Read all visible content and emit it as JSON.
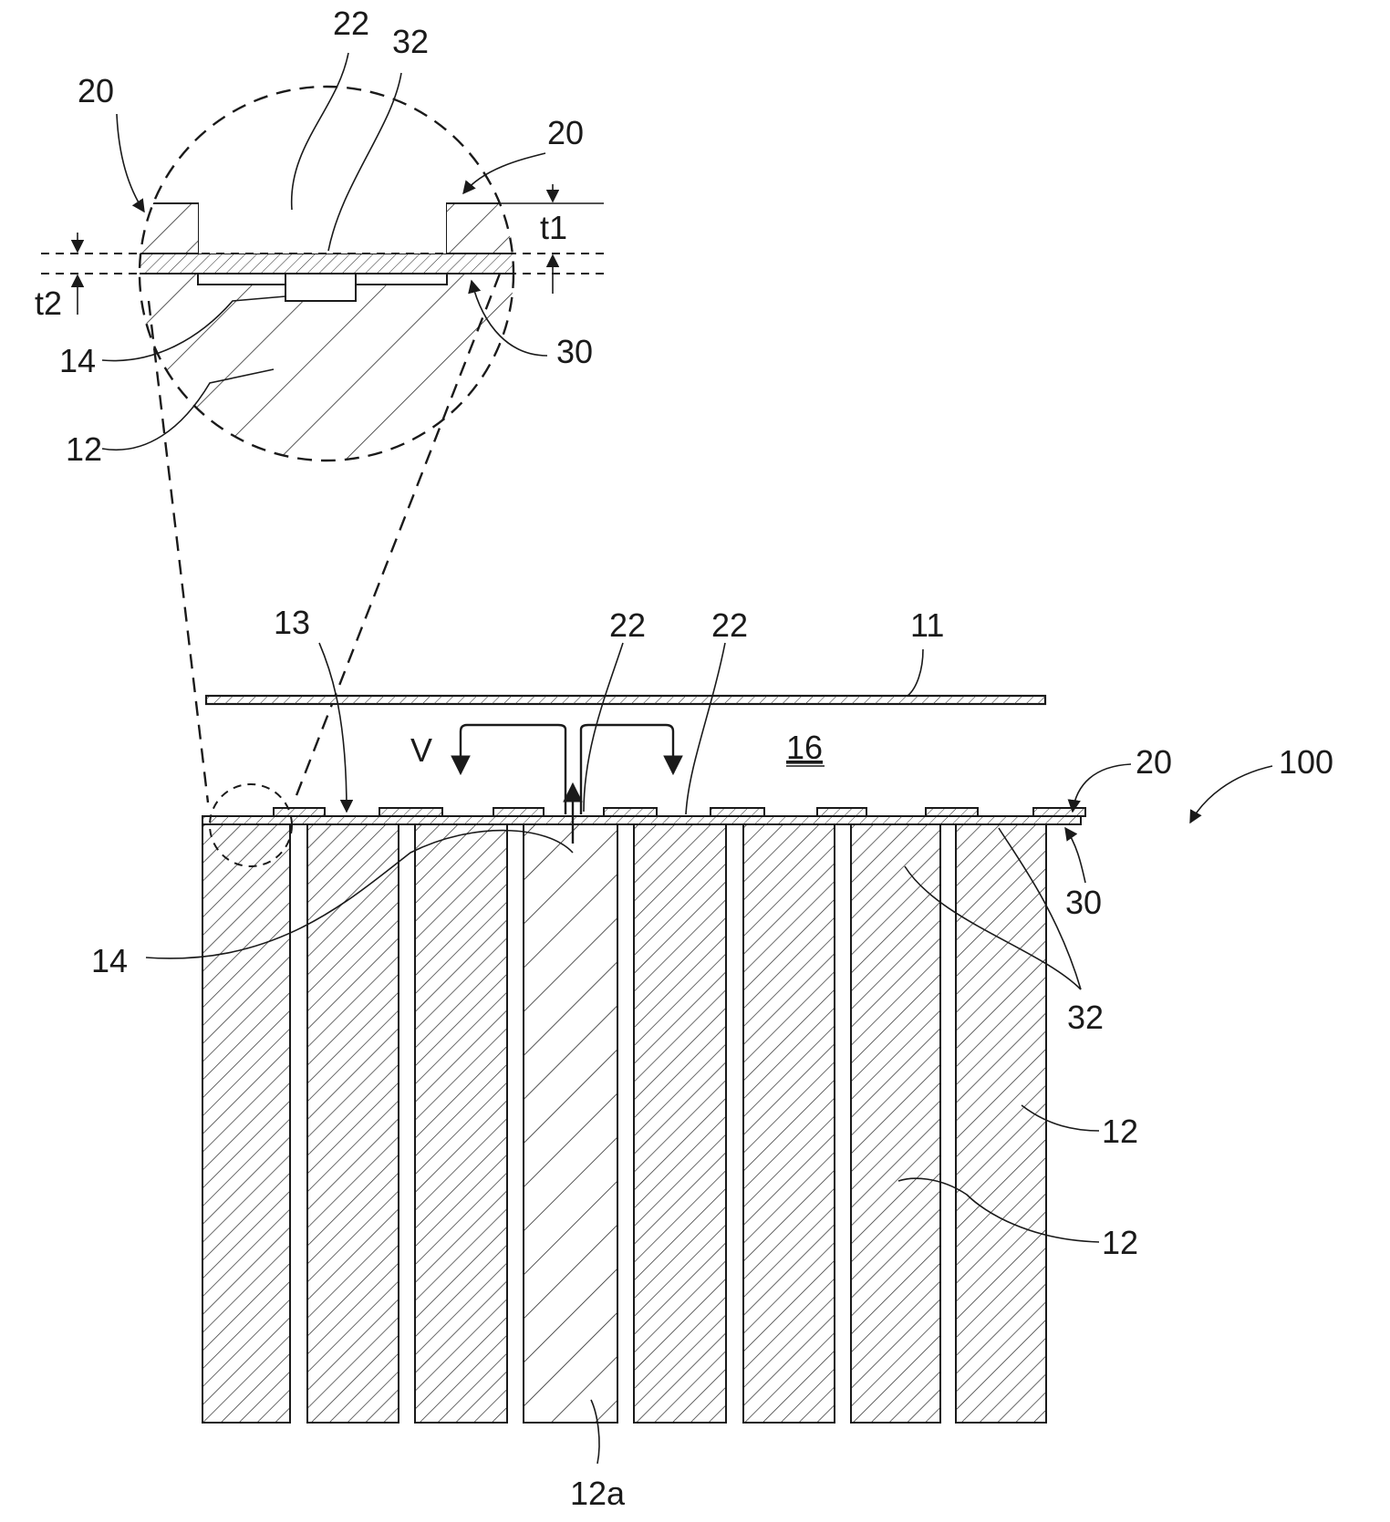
{
  "figure": {
    "labels": {
      "top_22": "22",
      "top_32": "32",
      "detail_20_left": "20",
      "detail_20_right": "20",
      "t1": "t1",
      "t2": "t2",
      "detail_14": "14",
      "detail_30": "30",
      "detail_12": "12",
      "main_13": "13",
      "main_22_a": "22",
      "main_22_b": "22",
      "main_11": "11",
      "main_V": "V",
      "main_16": "16",
      "main_20": "20",
      "main_100": "100",
      "main_30": "30",
      "main_14": "14",
      "main_32": "32",
      "main_12_a": "12",
      "main_12_b": "12",
      "main_12a": "12a"
    }
  }
}
